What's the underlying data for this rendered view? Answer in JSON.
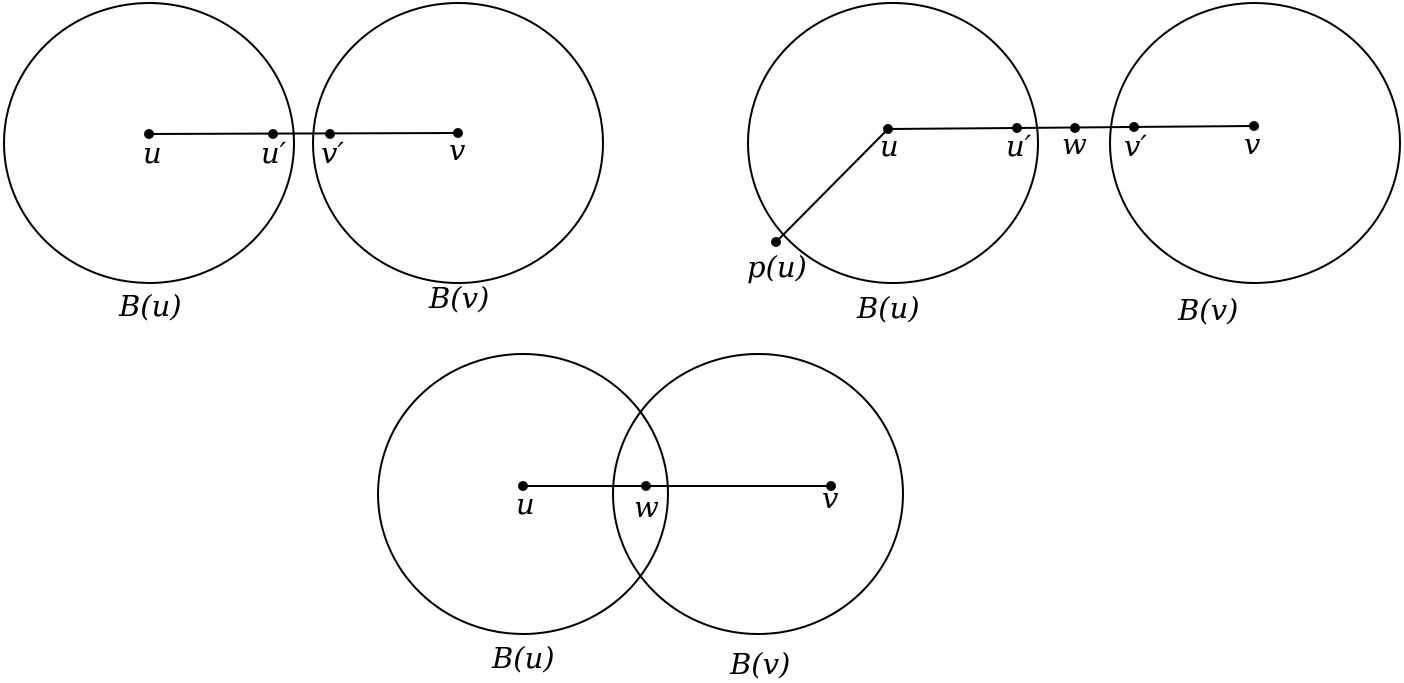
{
  "panels": [
    {
      "points": [
        "u",
        "u′",
        "v′",
        "v"
      ],
      "balls": [
        "B(u)",
        "B(v)"
      ]
    },
    {
      "points": [
        "u",
        "u′",
        "w",
        "v′",
        "v",
        "p(u)"
      ],
      "balls": [
        "B(u)",
        "B(v)"
      ]
    },
    {
      "points": [
        "u",
        "w",
        "v"
      ],
      "balls": [
        "B(u)",
        "B(v)"
      ]
    }
  ]
}
